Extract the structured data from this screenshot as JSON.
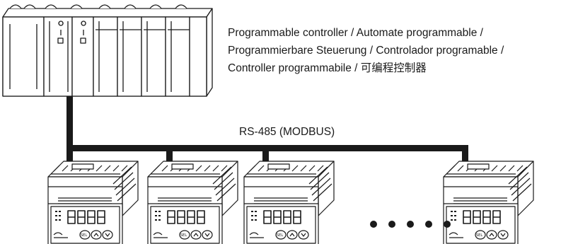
{
  "plc": {
    "label_lines": [
      "Programmable controller / Automate programmable /",
      "Programmierbare Steuerung / Controlador programable /",
      "Controller programmabile / 可编程控制器"
    ]
  },
  "bus": {
    "label": "RS-485 (MODBUS)"
  },
  "controllers": {
    "count": 4
  },
  "ellipsis_dots": 5,
  "colors": {
    "line": "#1a1a1a",
    "background": "#ffffff"
  }
}
